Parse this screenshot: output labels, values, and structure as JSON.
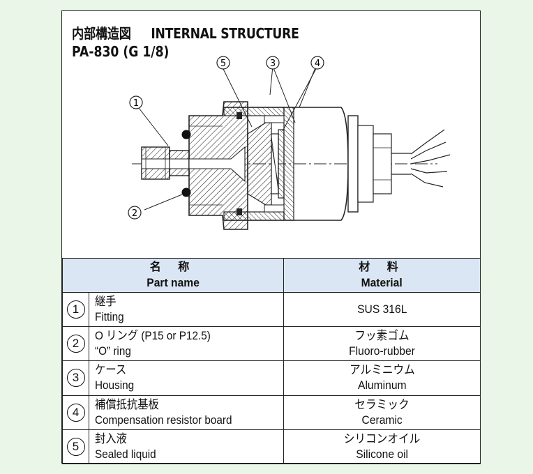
{
  "title_jp": "内部構造図",
  "title_en": "INTERNAL STRUCTURE",
  "model": "PA-830 (G 1/8)",
  "callouts": [
    "①",
    "②",
    "③",
    "④",
    "⑤"
  ],
  "table": {
    "header_name_jp": "名 称",
    "header_name_en": "Part name",
    "header_material_jp": "材 料",
    "header_material_en": "Material",
    "rows": [
      {
        "num": "1",
        "name_jp": "継手",
        "name_en": "Fitting",
        "material_jp": "",
        "material_en": "SUS 316L"
      },
      {
        "num": "2",
        "name_jp": "O リング (P15 or P12.5)",
        "name_en": "“O” ring",
        "material_jp": "フッ素ゴム",
        "material_en": "Fluoro-rubber"
      },
      {
        "num": "3",
        "name_jp": "ケース",
        "name_en": "Housing",
        "material_jp": "アルミニウム",
        "material_en": "Aluminum"
      },
      {
        "num": "4",
        "name_jp": "補償抵抗基板",
        "name_en": "Compensation resistor board",
        "material_jp": "セラミック",
        "material_en": "Ceramic"
      },
      {
        "num": "5",
        "name_jp": "封入液",
        "name_en": "Sealed liquid",
        "material_jp": "シリコンオイル",
        "material_en": "Silicone oil"
      }
    ]
  }
}
